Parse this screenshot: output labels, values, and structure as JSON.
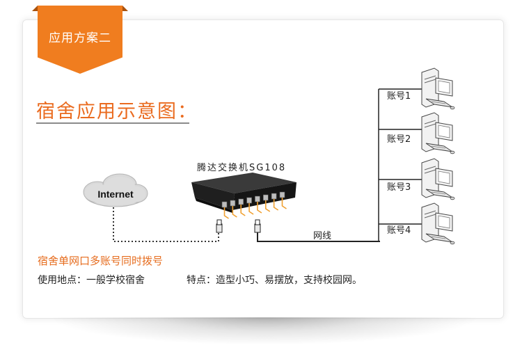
{
  "header": {
    "badge_label": "应用方案二"
  },
  "diagram": {
    "title": "宿舍应用示意图：",
    "cloud_label": "Internet",
    "switch_label": "腾达交换机SG108",
    "cable_label": "网线",
    "accounts": [
      "账号1",
      "账号2",
      "账号3",
      "账号4"
    ],
    "ports": {
      "count": 8
    }
  },
  "footer": {
    "subtitle": "宿舍单网口多账号同时拨号",
    "usage": "使用地点：一般学校宿舍",
    "features": "特点：造型小巧、易摆放，支持校园网。"
  },
  "colors": {
    "accent": "#f07d1f",
    "title": "#ea6b1f",
    "port_led": "#f0a030"
  }
}
